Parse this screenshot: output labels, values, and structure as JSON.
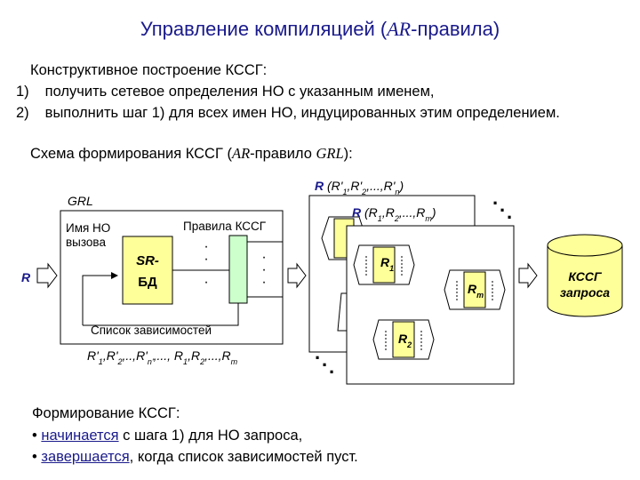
{
  "title": {
    "main": "Управление компиляцией (",
    "italic": "AR",
    "end": "-правила)"
  },
  "intro": {
    "heading": "Конструктивное построение КССГ:",
    "items": [
      {
        "num": "1)",
        "text": "получить сетевое определения НО с указанным именем,"
      },
      {
        "num": "2)",
        "text": "выполнить шаг 1) для всех имен НО, индуцированных этим определением."
      }
    ]
  },
  "scheme_caption": {
    "prefix": "Схема формирования КССГ (",
    "ar": "AR",
    "middle": "-правило ",
    "grl": "GRL",
    "end": "):"
  },
  "diagram": {
    "grl_label": "GRL",
    "input_label": "R",
    "name_label_line1": "Имя НО",
    "name_label_line2": "вызова",
    "sr_db_line1": "SR-",
    "sr_db_line2": "БД",
    "rules_label": "Правила КССГ",
    "deps_label": "Список зависимостей",
    "deps_list": "R'1,R'2,..,R'n',..., R1,R2,...,Rm",
    "outer_net_label": "R  (R'1,R'2,...,R'n)",
    "inner_net_label": "R  (R1,R2,...,Rm)",
    "node_r1": "R1",
    "node_r2": "R2",
    "node_rm": "Rm",
    "db_line1": "КССГ",
    "db_line2": "запроса"
  },
  "formation": {
    "heading": "Формирование КССГ:",
    "items": [
      {
        "link": "начинается",
        "rest": " с шага 1) для НО запроса,"
      },
      {
        "link": "завершается",
        "rest": ", когда список зависимостей пуст."
      }
    ]
  },
  "colors": {
    "title": "#1a1a8c",
    "link": "#1a1a8c",
    "sr_db_fill": "#ffff99",
    "rules_fill": "#ccffcc",
    "db_fill": "#ffff99",
    "accent": "#1a1a8c"
  }
}
